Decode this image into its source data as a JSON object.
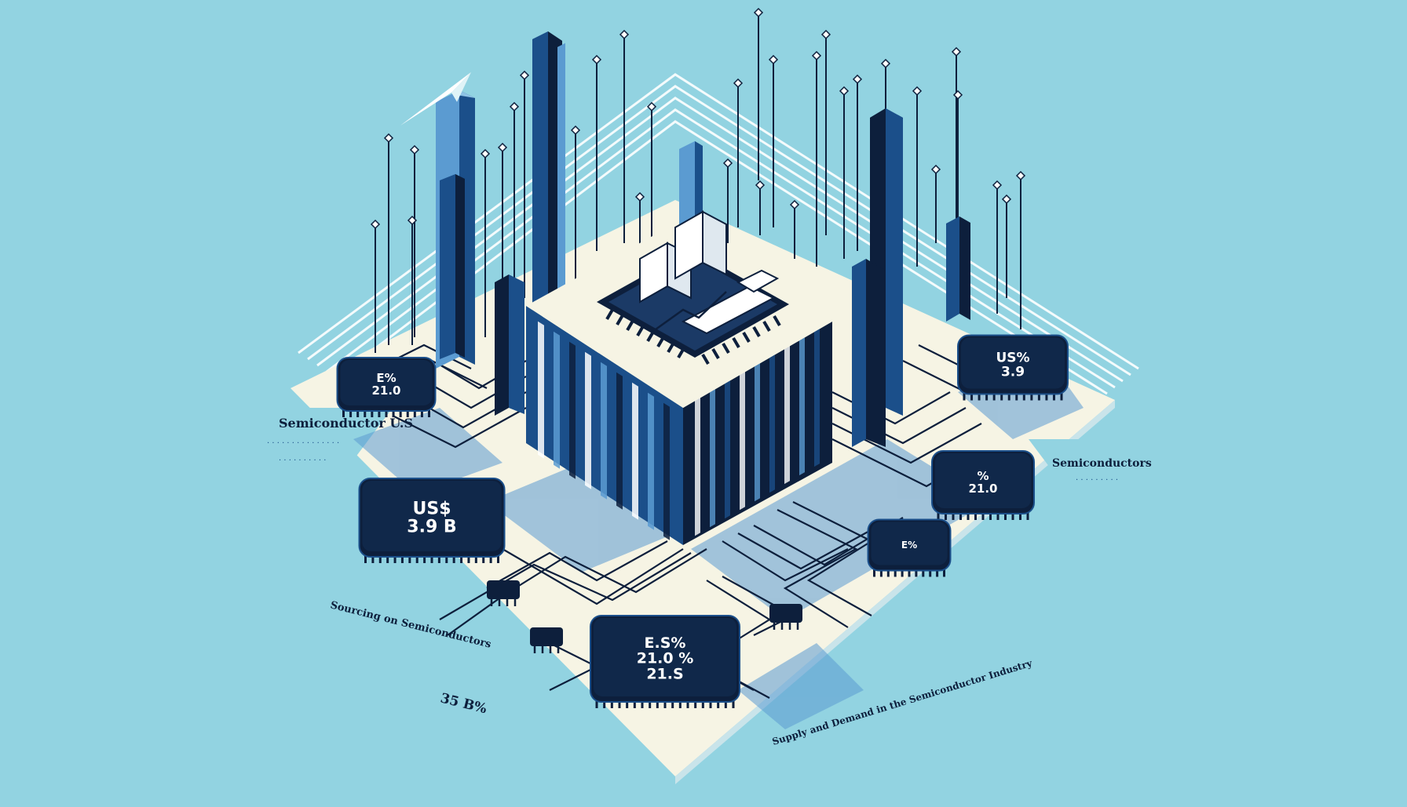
{
  "colors": {
    "background": "#92d3e1",
    "board": "#f5f5e6",
    "navy": "#0d1f3c",
    "mid_blue": "#1b4f8a",
    "light_blue": "#5b9bd1",
    "white": "#ffffff"
  },
  "chips": {
    "left_small": {
      "line1": "E%",
      "line2": "21.0"
    },
    "left_large": {
      "line1": "US$",
      "line2": "3.9 B"
    },
    "bottom": {
      "line1": "E.S%",
      "line2": "21.0 %",
      "line3": "21.S"
    },
    "right_top": {
      "line1": "US%",
      "line2": "3.9"
    },
    "right_mid": {
      "line1": "%",
      "line2": "21.0"
    },
    "right_small": {
      "line1": "E%"
    }
  },
  "captions": {
    "left_upper": "Semiconductor U.S",
    "left_lower_title": "Sourcing on Semiconductors",
    "left_lower_value": "35 B%",
    "right_upper": "Semiconductors",
    "right_lower": "Supply and Demand in the Semiconductor Industry"
  },
  "icons": {
    "pin_marker": "pin-marker-icon",
    "paper_plane": "paper-plane-icon",
    "trend_line": "trend-line-icon"
  }
}
